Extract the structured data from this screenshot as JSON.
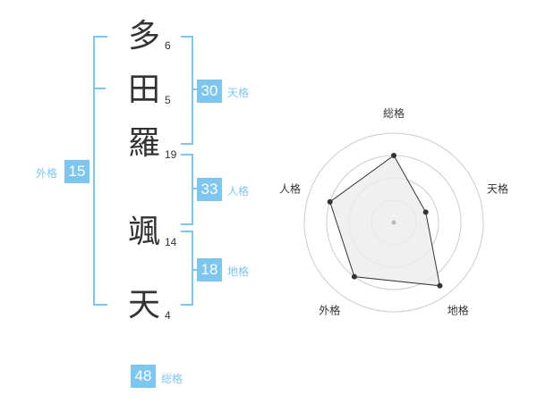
{
  "name": {
    "chars": [
      {
        "char": "多",
        "strokes": "6"
      },
      {
        "char": "田",
        "strokes": "5"
      },
      {
        "char": "羅",
        "strokes": "19"
      },
      {
        "char": "颯",
        "strokes": "14"
      },
      {
        "char": "天",
        "strokes": "4"
      }
    ]
  },
  "fortune": {
    "tenkaku": {
      "value": "30",
      "label": "天格"
    },
    "jinkaku": {
      "value": "33",
      "label": "人格"
    },
    "chikaku": {
      "value": "18",
      "label": "地格"
    },
    "gaikaku": {
      "value": "15",
      "label": "外格"
    },
    "soukaku": {
      "value": "48",
      "label": "総格"
    }
  },
  "chart_data": {
    "type": "radar",
    "axes": [
      "総格",
      "天格",
      "地格",
      "外格",
      "人格"
    ],
    "rings": 4,
    "max": 4,
    "values": [
      3,
      1.5,
      3.5,
      3,
      3
    ],
    "colors": {
      "fill": "#ececec",
      "line": "#333333",
      "grid": "#cccccc",
      "point": "#333333",
      "accent": "#7cc6f0"
    }
  }
}
